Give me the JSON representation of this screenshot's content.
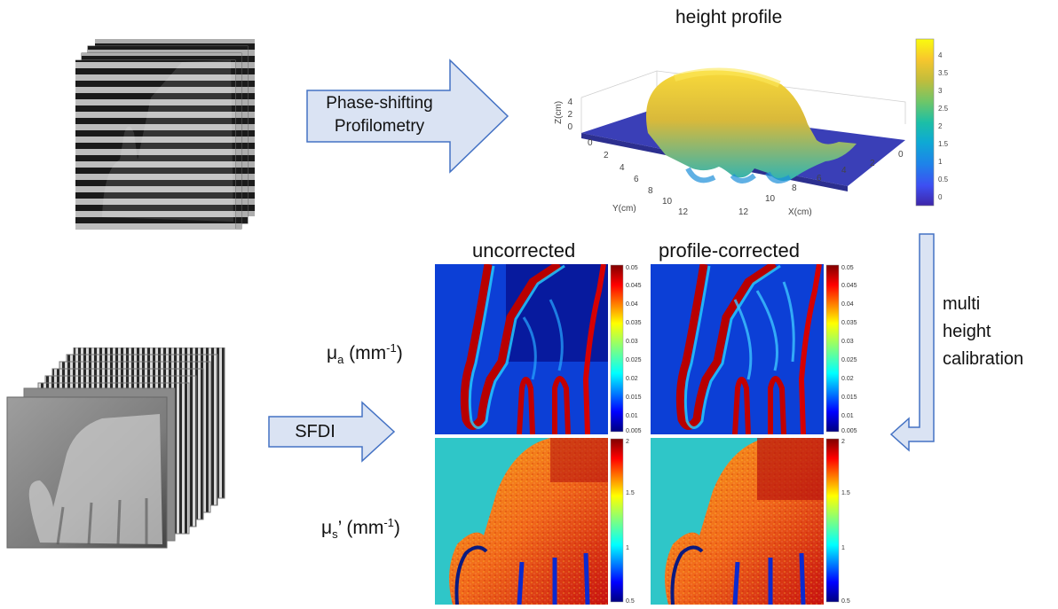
{
  "fringe_stack_top": {
    "frames": 4
  },
  "fringe_stack_bottom": {
    "frames": 8
  },
  "arrows": {
    "psp_line1": "Phase-shifting",
    "psp_line2": "Profilometry",
    "sfdi": "SFDI"
  },
  "height_plot": {
    "title": "height profile",
    "zlabel": "Z(cm)",
    "ylabel": "Y(cm)",
    "xlabel": "X(cm)",
    "z_ticks": [
      "4",
      "2",
      "0"
    ],
    "y_ticks": [
      "0",
      "2",
      "4",
      "6",
      "8",
      "10",
      "12"
    ],
    "x_ticks": [
      "12",
      "10",
      "8",
      "6",
      "4",
      "2",
      "0"
    ],
    "colorbar_ticks": [
      "4",
      "3.5",
      "3",
      "2.5",
      "2",
      "1.5",
      "1",
      "0.5",
      "0"
    ],
    "colormap": "parula"
  },
  "calibration": {
    "line1": "multi",
    "line2": "height",
    "line3": "calibration"
  },
  "maps": {
    "col_uncorrected": "uncorrected",
    "col_corrected": "profile-corrected",
    "row_mua_base": "μ",
    "row_mua_sub": "a",
    "row_mua_unit": " (mm",
    "row_mua_sup": "-1",
    "row_mua_close": ")",
    "row_mus_base": "μ",
    "row_mus_sub": "s",
    "row_mus_prime": "’",
    "row_mus_unit": " (mm",
    "row_mus_sup": "-1",
    "row_mus_close": ")",
    "mua_ticks": [
      "0.05",
      "0.045",
      "0.04",
      "0.035",
      "0.03",
      "0.025",
      "0.02",
      "0.015",
      "0.01",
      "0.005"
    ],
    "mus_ticks": [
      "2",
      "1.5",
      "1",
      "0.5"
    ],
    "colormap": "jet"
  },
  "colors": {
    "arrow_fill": "#dae3f3",
    "arrow_stroke": "#4472c4"
  }
}
